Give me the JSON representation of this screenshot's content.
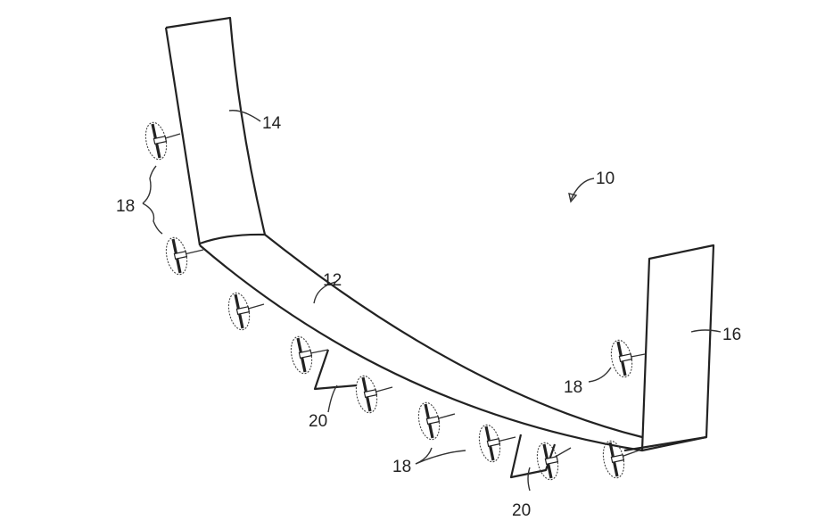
{
  "figure": {
    "labels": {
      "aircraft": "10",
      "main_wing": "12",
      "left_wing": "14",
      "right_wing": "16",
      "propulsors_left": "18",
      "propulsors_right": "18",
      "propulsors_bottom": "18",
      "flap_left": "20",
      "flap_right": "20"
    }
  }
}
